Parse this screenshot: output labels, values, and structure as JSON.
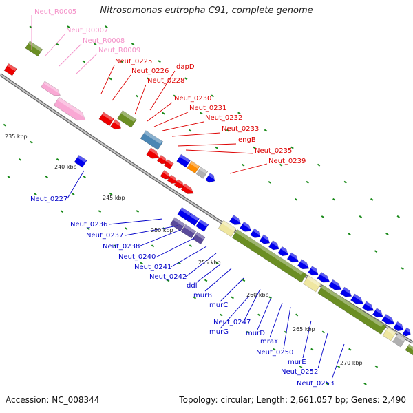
{
  "title": "Nitrosomonas eutropha C91, complete genome",
  "footer": {
    "accession": "Accession: NC_008344",
    "summary": "Topology: circular; Length: 2,661,057 bp; Genes: 2,490"
  },
  "colors": {
    "rna_label": "#f490c8",
    "forward_label": "#dd0000",
    "reverse_label": "#0000c8",
    "backbone": "#9a9a9a",
    "tick": "#1a8a1a",
    "cds_red": "#ee0000",
    "cds_blue": "#0000ee",
    "cds_olive": "#6b8e23",
    "cds_tan": "#efe6a0",
    "cds_steel": "#4a86b4",
    "cds_orange": "#ff8c00",
    "cds_purple": "#5a4a9a",
    "cds_pink": "#f9a8d4",
    "cds_grey": "#b0b0b0"
  },
  "scale_labels": [
    "235 kbp",
    "240 kbp",
    "245 kbp",
    "250 kbp",
    "255 kbp",
    "260 kbp",
    "265 kbp",
    "270 kbp"
  ],
  "rna_labels": [
    "Neut_R0005",
    "Neut_R0007",
    "Neut_R0008",
    "Neut_R0009"
  ],
  "forward_labels": [
    "Neut_0225",
    "Neut_0226",
    "dapD",
    "Neut_0228",
    "Neut_0230",
    "Neut_0231",
    "Neut_0232",
    "Neut_0233",
    "engB",
    "Neut_0235",
    "Neut_0239"
  ],
  "reverse_labels": [
    "Neut_0227",
    "Neut_0236",
    "Neut_0237",
    "Neut_0238",
    "Neut_0240",
    "Neut_0241",
    "Neut_0242",
    "ddl",
    "murB",
    "murC",
    "Neut_0247",
    "murG",
    "murD",
    "mraY",
    "Neut_0250",
    "murE",
    "Neut_0252",
    "Neut_0253"
  ]
}
